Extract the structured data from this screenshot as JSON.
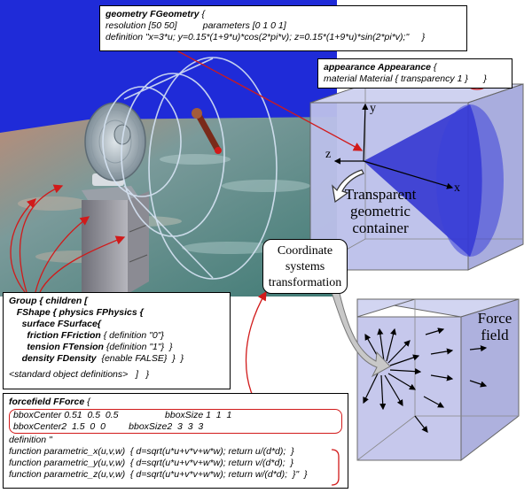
{
  "geometry_box": {
    "header_bold": "geometry FGeometry",
    "header_brace": " {",
    "line1": "resolution [50 50]          parameters [0 1 0 1]",
    "line2": "definition \"x=3*u; y=0.15*(1+9*u)*cos(2*pi*v); z=0.15*(1+9*u)*sin(2*pi*v);\"     }"
  },
  "appearance_box": {
    "header_bold": "appearance Appearance",
    "header_brace": " {",
    "line1_prefix": "material Material { ",
    "line1_highlight": "transparency 1",
    "line1_suffix": " }      }"
  },
  "group_box": {
    "lines": [
      {
        "bold": "Group { children [",
        "rest": ""
      },
      {
        "bold": "   FShape { physics FPhysics {",
        "rest": ""
      },
      {
        "bold": "     surface FSurface{",
        "rest": ""
      },
      {
        "bold": "       friction FFriction ",
        "rest": "{ definition \"0\"}"
      },
      {
        "bold": "       tension FTension ",
        "rest": "{definition \"1\"}  }"
      },
      {
        "bold": "     density FDensity  ",
        "rest": "{enable FALSE}  }  }"
      },
      {
        "bold": "",
        "rest": ""
      },
      {
        "bold": "",
        "rest": "<standard object definitions>   ]   }"
      }
    ]
  },
  "forcefield_box": {
    "header_bold": "forcefield FForce",
    "header_brace": " {",
    "bbox_line1": "bboxCenter 0.51  0.5  0.5                  bboxSize 1  1  1",
    "bbox_line2": "bboxCenter2  1.5  0  0         bboxSize2  3  3  3",
    "definition": "definition \"",
    "fx": "function parametric_x(u,v,w)  { d=sqrt(u*u+v*v+w*w); return u/(d*d);  }",
    "fy": "function parametric_y(u,v,w)  { d=sqrt(u*u+v*v+w*w); return v/(d*d);  }",
    "fz": "function parametric_z(u,v,w)  { d=sqrt(u*u+v*v+w*w); return w/(d*d);  }\"  }"
  },
  "labels": {
    "transparent": [
      "Transparent",
      "geometric",
      "container"
    ],
    "coordinate": [
      "Coordinate",
      "systems",
      "transformation"
    ],
    "force": [
      "Force",
      "field"
    ]
  },
  "axes": {
    "x": "x",
    "y": "y",
    "z": "z"
  },
  "colors": {
    "sky": "#1f2bd8",
    "cube_face": "#b9bde8",
    "cone": "#2b2fd0",
    "highlight_red": "#d11a1a",
    "arrow_gray": "#c8c8c8"
  }
}
